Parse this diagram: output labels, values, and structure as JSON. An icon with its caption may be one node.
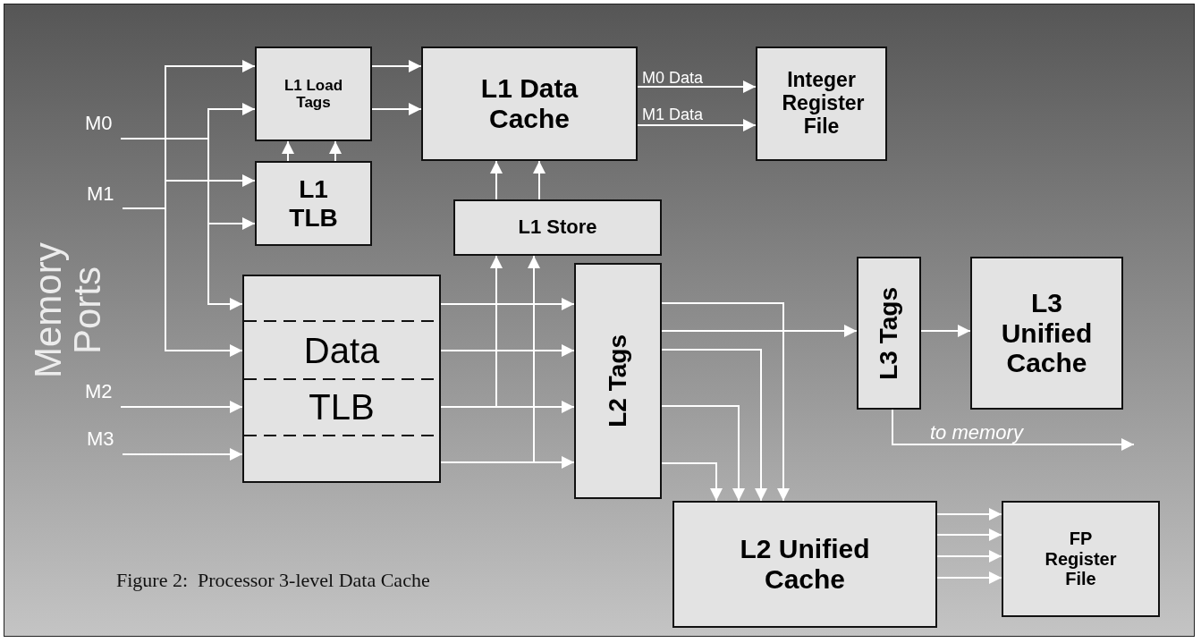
{
  "diagram": {
    "caption": "Figure 2:  Processor 3-level Data Cache",
    "nodes": [
      {
        "text": [
          "M0"
        ]
      },
      {
        "text": [
          "M1"
        ]
      },
      {
        "text": [
          "M2"
        ]
      },
      {
        "text": [
          "M3"
        ]
      },
      {
        "text": [
          "L1 Load Tags"
        ]
      },
      {
        "text": [
          "L1 TLB"
        ]
      },
      {
        "text": [
          "L1 Data Cache"
        ]
      },
      {
        "text": [
          "L1 Store"
        ]
      },
      {
        "text": [
          "Data TLB"
        ]
      },
      {
        "text": [
          "L2 Tags"
        ]
      },
      {
        "text": [
          "Integer Register File"
        ]
      },
      {
        "text": [
          "L3 Tags"
        ]
      },
      {
        "text": [
          "L3 Unified Cache"
        ]
      },
      {
        "text": [
          "L2 Unified Cache"
        ]
      },
      {
        "text": [
          "FP Register File"
        ]
      }
    ],
    "edges": [
      {
        "from": 0,
        "to": 4,
        "arrow": "to"
      },
      {
        "from": 0,
        "to": 5,
        "arrow": "to"
      },
      {
        "from": 0,
        "to": 8,
        "arrow": "to"
      },
      {
        "from": 1,
        "to": 4,
        "arrow": "to"
      },
      {
        "from": 1,
        "to": 5,
        "arrow": "to"
      },
      {
        "from": 1,
        "to": 8,
        "arrow": "to"
      },
      {
        "from": 2,
        "to": 8,
        "arrow": "to"
      },
      {
        "from": 3,
        "to": 8,
        "arrow": "to"
      },
      {
        "from": 5,
        "to": 4,
        "arrow": "to"
      },
      {
        "from": 5,
        "to": 4,
        "arrow": "to"
      },
      {
        "from": 4,
        "to": 6,
        "arrow": "to"
      },
      {
        "from": 4,
        "to": 6,
        "arrow": "to"
      },
      {
        "from": 6,
        "to": 10,
        "arrow": "to",
        "label": "M0 Data"
      },
      {
        "from": 6,
        "to": 10,
        "arrow": "to",
        "label": "M1 Data"
      },
      {
        "from": 8,
        "to": 7,
        "arrow": "to"
      },
      {
        "from": 8,
        "to": 7,
        "arrow": "to"
      },
      {
        "from": 7,
        "to": 6,
        "arrow": "to"
      },
      {
        "from": 7,
        "to": 6,
        "arrow": "to"
      },
      {
        "from": 8,
        "to": 9,
        "arrow": "to"
      },
      {
        "from": 8,
        "to": 9,
        "arrow": "to"
      },
      {
        "from": 8,
        "to": 9,
        "arrow": "to"
      },
      {
        "from": 8,
        "to": 9,
        "arrow": "to"
      },
      {
        "from": 9,
        "to": 11,
        "arrow": "to"
      },
      {
        "from": 9,
        "to": 13,
        "arrow": "to"
      },
      {
        "from": 9,
        "to": 13,
        "arrow": "to"
      },
      {
        "from": 9,
        "to": 13,
        "arrow": "to"
      },
      {
        "from": 9,
        "to": 13,
        "arrow": "to"
      },
      {
        "from": 11,
        "to": 12,
        "arrow": "to"
      },
      {
        "from": 11,
        "to": null,
        "arrow": "to",
        "label": "to memory"
      },
      {
        "from": 13,
        "to": 14,
        "arrow": "to"
      },
      {
        "from": 13,
        "to": 14,
        "arrow": "to"
      },
      {
        "from": 13,
        "to": 14,
        "arrow": "to"
      },
      {
        "from": 13,
        "to": 14,
        "arrow": "to"
      }
    ],
    "labels": [
      "Memory Ports"
    ]
  }
}
